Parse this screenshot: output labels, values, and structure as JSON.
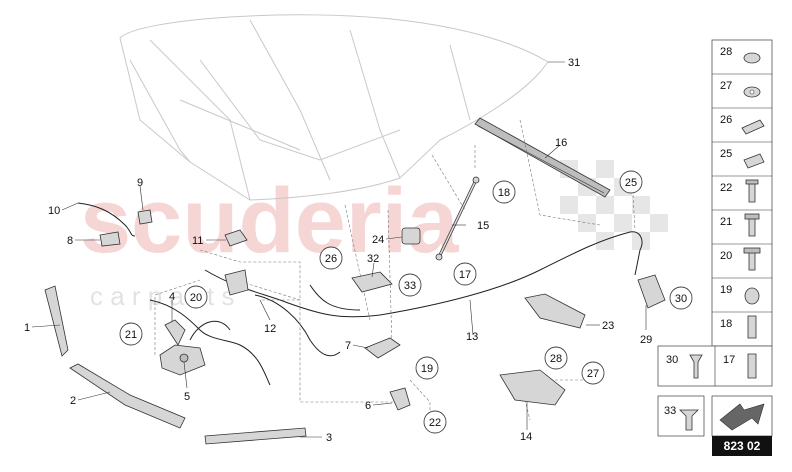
{
  "watermark": {
    "main": "scuderia",
    "sub": "c a r p a r t s"
  },
  "diagram_code": "823 02",
  "callouts": {
    "c1": "1",
    "c2": "2",
    "c3": "3",
    "c4": "4",
    "c5": "5",
    "c6": "6",
    "c7": "7",
    "c8": "8",
    "c9": "9",
    "c10": "10",
    "c11": "11",
    "c12": "12",
    "c13": "13",
    "c14": "14",
    "c15": "15",
    "c16": "16",
    "c17": "17",
    "c18": "18",
    "c19": "19",
    "c20": "20",
    "c21": "21",
    "c22": "22",
    "c23": "23",
    "c24": "24",
    "c25": "25",
    "c26": "26",
    "c27": "27",
    "c28": "28",
    "c29": "29",
    "c30": "30",
    "c31": "31",
    "c32": "32",
    "c33": "33"
  },
  "side_table": {
    "rows": [
      "28",
      "27",
      "26",
      "25",
      "22",
      "21",
      "20",
      "19",
      "18"
    ],
    "pair_left": "30",
    "pair_right": "17",
    "bottom": "33"
  }
}
